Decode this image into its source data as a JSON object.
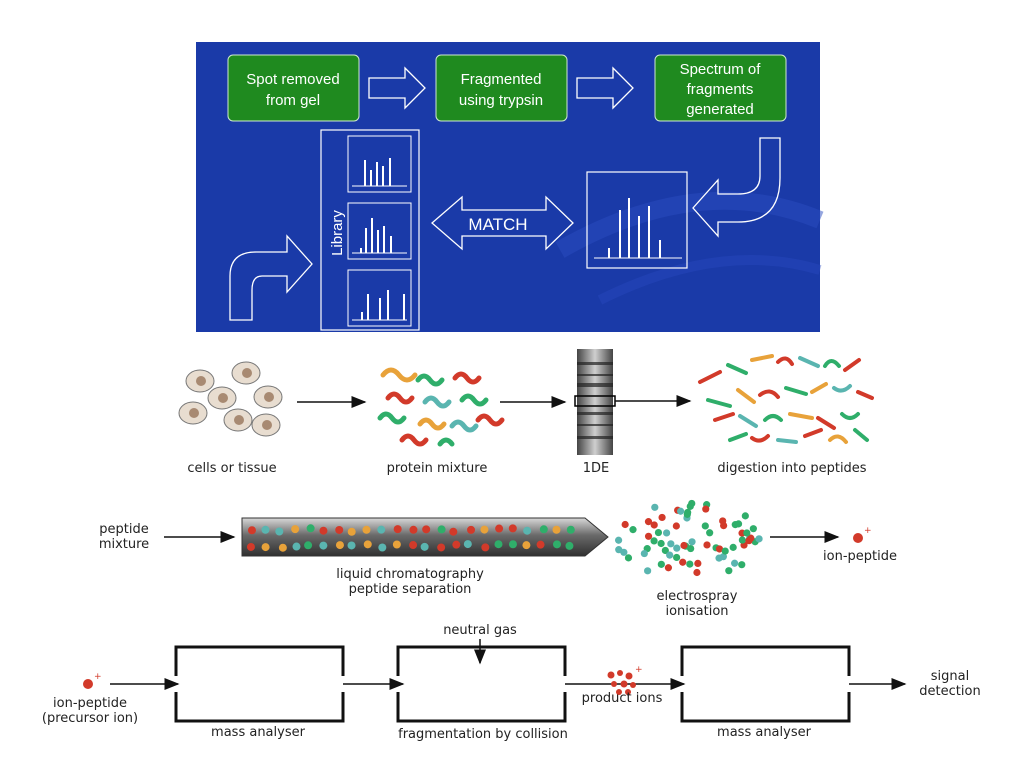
{
  "colors": {
    "panel_blue": "#1a3aa8",
    "box_green": "#1f8a1f",
    "outline_white": "#ffffff",
    "red_peptide": "#d23a2a",
    "green_peptide": "#2fae6a",
    "teal_peptide": "#5ab5b0",
    "orange_peptide": "#e8a23a"
  },
  "workflow": {
    "step1": [
      "Spot removed",
      "from gel"
    ],
    "step2": [
      "Fragmented",
      "using trypsin"
    ],
    "step3": [
      "Spectrum of",
      "fragments",
      "generated"
    ],
    "library": "Library",
    "match": "MATCH"
  },
  "pipeline": {
    "cells": "cells or tissue",
    "protein": "protein mixture",
    "gel": "1DE",
    "digestion": "digestion into peptides"
  },
  "lc": {
    "input_label": [
      "peptide",
      "mixture"
    ],
    "column_label": [
      "liquid chromatography",
      "peptide separation"
    ],
    "spray_label": [
      "electrospray",
      "ionisation"
    ],
    "output_label": "ion-peptide"
  },
  "ms": {
    "input_label": [
      "ion-peptide",
      "(precursor ion)"
    ],
    "gas_label": "neutral gas",
    "analyser1": "mass analyser",
    "collision": "fragmentation by collision",
    "product": "product ions",
    "analyser2": "mass analyser",
    "signal": [
      "signal",
      "detection"
    ]
  }
}
